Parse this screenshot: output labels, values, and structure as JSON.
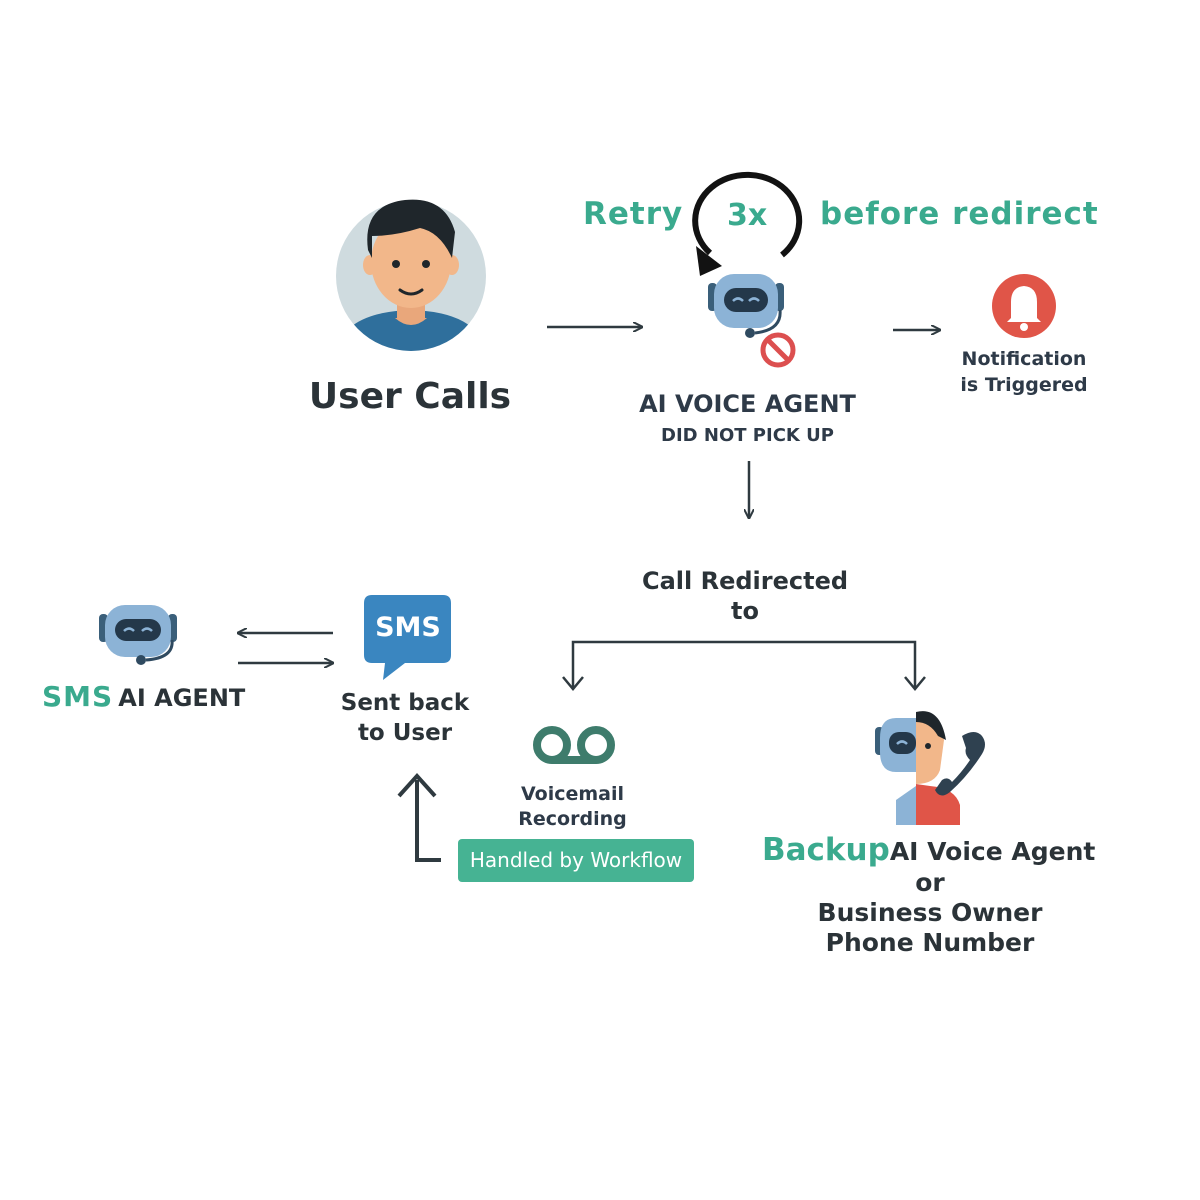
{
  "user": {
    "label": "User Calls"
  },
  "retry": {
    "prefix": "Retry",
    "count": "3x",
    "suffix": "before redirect"
  },
  "agent": {
    "title": "AI VOICE AGENT",
    "status": "DID NOT PICK UP"
  },
  "notification": {
    "line1": "Notification",
    "line2": "is Triggered"
  },
  "redirect": {
    "line1": "Call Redirected",
    "line2": "to"
  },
  "sms_agent": {
    "highlight": "SMS",
    "label": "AI AGENT"
  },
  "sms": {
    "bubble": "SMS",
    "line1": "Sent back",
    "line2": "to User"
  },
  "voicemail": {
    "line1": "Voicemail",
    "line2": "Recording"
  },
  "workflow": {
    "label": "Handled by Workflow"
  },
  "backup": {
    "highlight": "Backup",
    "line1": "AI Voice Agent",
    "line2": "or",
    "line3": "Business Owner",
    "line4": "Phone Number"
  },
  "colors": {
    "teal": "#3aaa8e",
    "badge": "#46b393",
    "sms_blue": "#3a86c0",
    "alert_red": "#e05548",
    "dark": "#2b3338"
  },
  "icons": [
    "user-avatar-icon",
    "retry-loop-icon",
    "robot-icon",
    "blocked-icon",
    "bell-icon",
    "sms-bubble-icon",
    "voicemail-icon",
    "agent-headset-icon",
    "phone-handset-icon"
  ]
}
